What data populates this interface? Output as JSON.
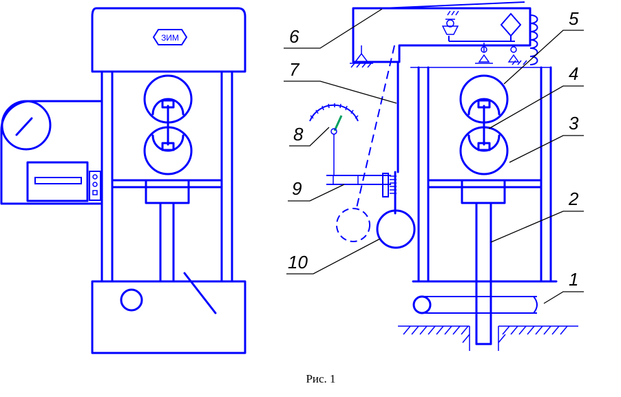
{
  "figure": {
    "caption": "Рис. 1",
    "machine_brand": "ЗИМ",
    "callouts": [
      "6",
      "7",
      "8",
      "9",
      "10",
      "5",
      "4",
      "3",
      "2",
      "1"
    ],
    "colors": {
      "drawing": "#0000ff",
      "leaders": "#000000",
      "gauge_pointer": "#00a060"
    }
  }
}
